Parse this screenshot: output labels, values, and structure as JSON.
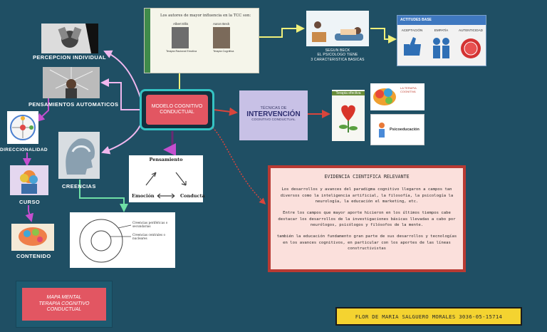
{
  "central": {
    "line1": "MODELO COGNITIVO",
    "line2": "CONDUCTUAL"
  },
  "left_nodes": {
    "percepcion": "PERCEPCION INDIVIDUAL",
    "pensamientos": "PENSAMIENTOS AUTOMATICOS",
    "direccionalidad": "DIRECCIONALIDAD",
    "creencias": "CREENCIAS",
    "curso": "CURSO",
    "contenido": "CONTENIDO"
  },
  "autores": {
    "title": "Los autores de mayor influencia en la TCC son:",
    "name1": "Albert Ellis",
    "name2": "Aaron Beck",
    "caption1": "Terapia Racional Emotiva",
    "caption2": "Terapia Cognitiva"
  },
  "beck": {
    "line1": "SEGUN BECK",
    "line2": "EL PSICOLOGO TIENE",
    "line3": "3 CARACTERISTICA BASICAS"
  },
  "actitudes": {
    "header": "ACTITUDES BASE",
    "col1": "ACEPTACIÓN",
    "col2": "EMPATÍA",
    "col3": "AUTENTICIDAD"
  },
  "tecnicas": {
    "line1": "TÉCNICAS DE",
    "line2": "INTERVENCIÓN",
    "line3": "COGNITIVO CONDUCTUAL"
  },
  "books": {
    "book_title": "Terapia efectiva",
    "psico": "Psicoeducación",
    "mini": "LA TERAPIA COGNITIVA"
  },
  "triangle": {
    "top": "Pensamiento",
    "left": "Emoción",
    "right": "Conducta"
  },
  "circles": {
    "outer": "Creencias periféricas o secundarias",
    "inner": "Creencias centrales o nucleares"
  },
  "evidencia": {
    "title": "EVIDENCIA CIENTIFICA RELEVANTE",
    "p1": "Los desarrollos y avances del paradigma cognitivo llegaron a campos tan diversos como la inteligencia artificial, la filosofía, la psicología la neurología, la educación el marketing, etc.",
    "p2": "Entre los campos que mayor aporte hicieron en los últimos tiempos cabe destacar los desarrollos de la investigaciones básicas llevadas a cabo por neurólogos, psicólogos y filósofos de la mente.",
    "p3": "también la educación fundamento gran parte de sus desarrollos y tecnologías en los avances cognitivos, en particular con los aportes de las líneas constructivistas"
  },
  "mapa": {
    "line1": "MAPA MENTAL",
    "line2": "TERAPIA COGNITIVO",
    "line3": "CONDUCTUAL"
  },
  "author": "FLOR DE MARIA SALGUERO MORALES 3036-05-15714",
  "colors": {
    "background": "#1f4f64",
    "central_fill": "#e25662",
    "central_border": "#35c3c3",
    "yellow": "#f4d330",
    "evidence_border": "#b83a33",
    "arrow_pink": "#e58fe0",
    "arrow_purple": "#c44fcf",
    "arrow_yellow": "#f0f07a",
    "arrow_red": "#d9453c"
  }
}
